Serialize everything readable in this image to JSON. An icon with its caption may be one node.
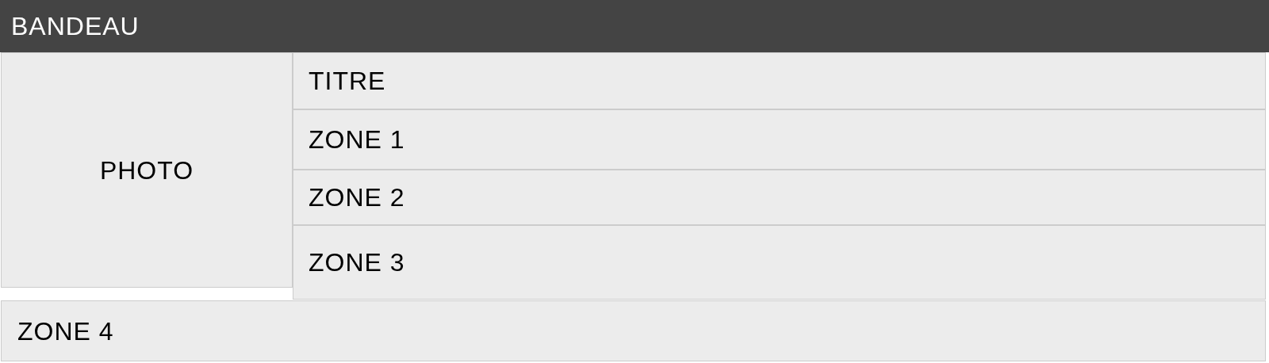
{
  "diagram": {
    "nodes": [
      {
        "text": [
          "BANDEAU"
        ]
      },
      {
        "text": [
          "PHOTO"
        ]
      },
      {
        "text": [
          "TITRE"
        ]
      },
      {
        "text": [
          "ZONE 1"
        ]
      },
      {
        "text": [
          "ZONE 2"
        ]
      },
      {
        "text": [
          "ZONE 3"
        ]
      },
      {
        "text": [
          "ZONE 4"
        ]
      }
    ]
  }
}
